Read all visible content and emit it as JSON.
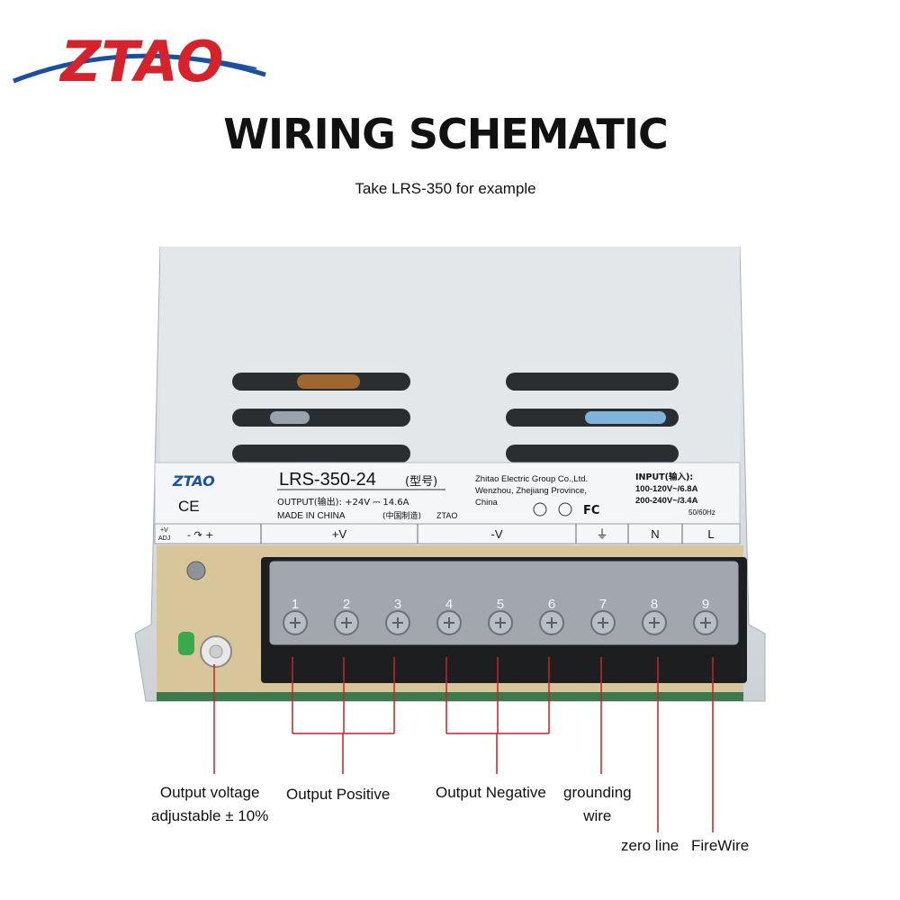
{
  "brand": {
    "logo_text": "ZTAO",
    "colors": {
      "red": "#d6222a",
      "blue": "#1b4fa0"
    }
  },
  "header": {
    "title": "WIRING SCHEMATIC",
    "subtitle": "Take LRS-350 for example"
  },
  "label": {
    "logo": "ZTAO",
    "model": "LRS-350-24",
    "model_suffix": "(型号)",
    "output_line": "OUTPUT(输出): +24V ⎓ 14.6A",
    "made_in": "MADE IN CHINA",
    "made_in_cn": "(中国制造)",
    "made_brand": "ZTAO",
    "ce": "CE",
    "company_1": "Zhitao Electric Group Co.,Ltd.",
    "company_2": "Wenzhou, Zhejiang Province,",
    "company_3": "China",
    "fc": "FC",
    "input_title": "INPUT(输入):",
    "input_1": "100-120V~/6.8A",
    "input_2": "200-240V~/3.4A",
    "input_freq": "50/60Hz"
  },
  "terminal_strip": {
    "adj_top": "+V",
    "adj_bottom": "ADJ",
    "adj_marks": "- ↷ +",
    "vpos": "+V",
    "vneg": "-V",
    "ground": "⏚",
    "neutral": "N",
    "line": "L"
  },
  "terminals": [
    "1",
    "2",
    "3",
    "4",
    "5",
    "6",
    "7",
    "8",
    "9"
  ],
  "callouts": {
    "adjust_1": "Output voltage",
    "adjust_2": "adjustable ± 10%",
    "positive": "Output Positive",
    "negative": "Output Negative",
    "ground_1": "grounding",
    "ground_2": "wire",
    "zero": "zero line",
    "fire": "FireWire"
  },
  "pointer_color": "#c9202a"
}
